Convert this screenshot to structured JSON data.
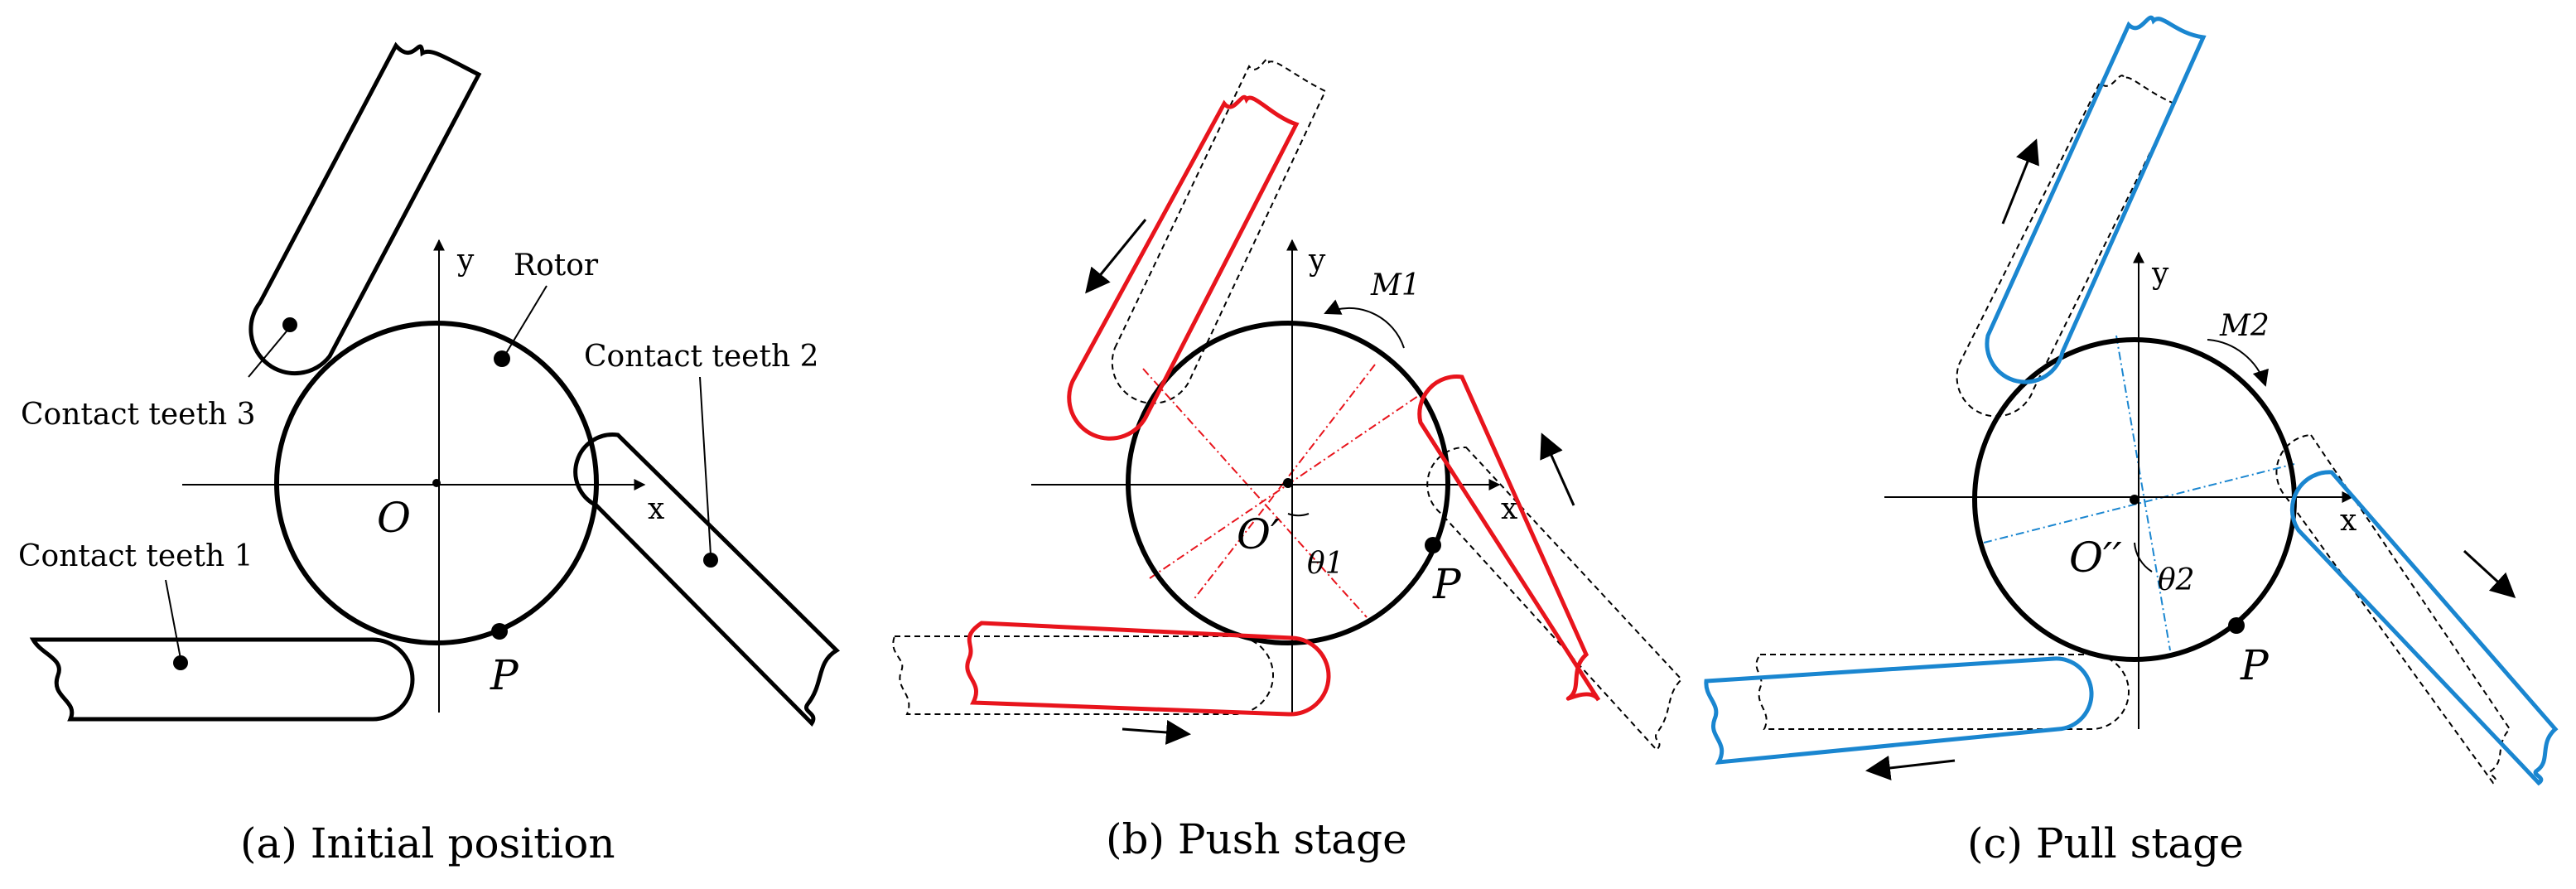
{
  "panels": [
    {
      "caption": "(a)  Initial position",
      "origin_label": "O",
      "x_label": "x",
      "y_label": "y",
      "point_label": "P",
      "labels": {
        "rotor": "Rotor",
        "teeth1": "Contact teeth 1",
        "teeth2": "Contact teeth 2",
        "teeth3": "Contact teeth 3"
      },
      "tooth_color": "#000000"
    },
    {
      "caption": "(b)  Push stage",
      "origin_label": "O′",
      "x_label": "x",
      "y_label": "y",
      "point_label": "P",
      "moment_label": "M1",
      "angle_label": "θ1",
      "tooth_color": "#e8141c"
    },
    {
      "caption": "(c)  Pull stage",
      "origin_label": "O′′",
      "x_label": "x",
      "y_label": "y",
      "point_label": "P",
      "moment_label": "M2",
      "angle_label": "θ2",
      "tooth_color": "#1a86d0"
    }
  ]
}
